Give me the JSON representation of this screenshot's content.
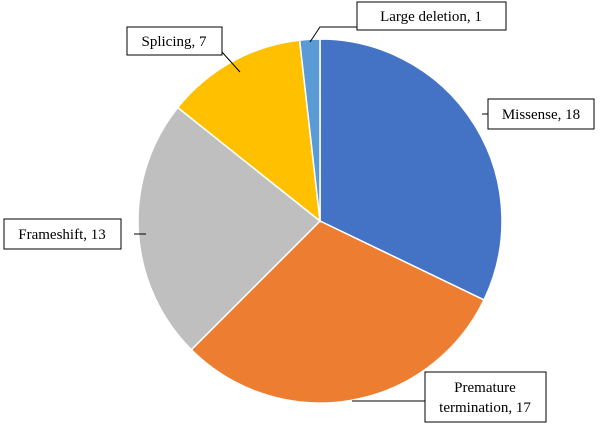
{
  "chart_data": {
    "type": "pie",
    "title": "",
    "legend": "none",
    "slices": [
      {
        "name": "Missense",
        "value": 18,
        "color": "#4472C4",
        "label_line1": "Missense, 18",
        "label_line2": ""
      },
      {
        "name": "Premature termination",
        "value": 17,
        "color": "#ED7D31",
        "label_line1": "Premature",
        "label_line2": "termination, 17"
      },
      {
        "name": "Frameshift",
        "value": 13,
        "color": "#BFBFBF",
        "label_line1": "Frameshift, 13",
        "label_line2": ""
      },
      {
        "name": "Splicing",
        "value": 7,
        "color": "#FFC000",
        "label_line1": "Splicing, 7",
        "label_line2": ""
      },
      {
        "name": "Large deletion",
        "value": 1,
        "color": "#5B9BD5",
        "label_line1": "Large deletion, 1",
        "label_line2": ""
      }
    ]
  }
}
